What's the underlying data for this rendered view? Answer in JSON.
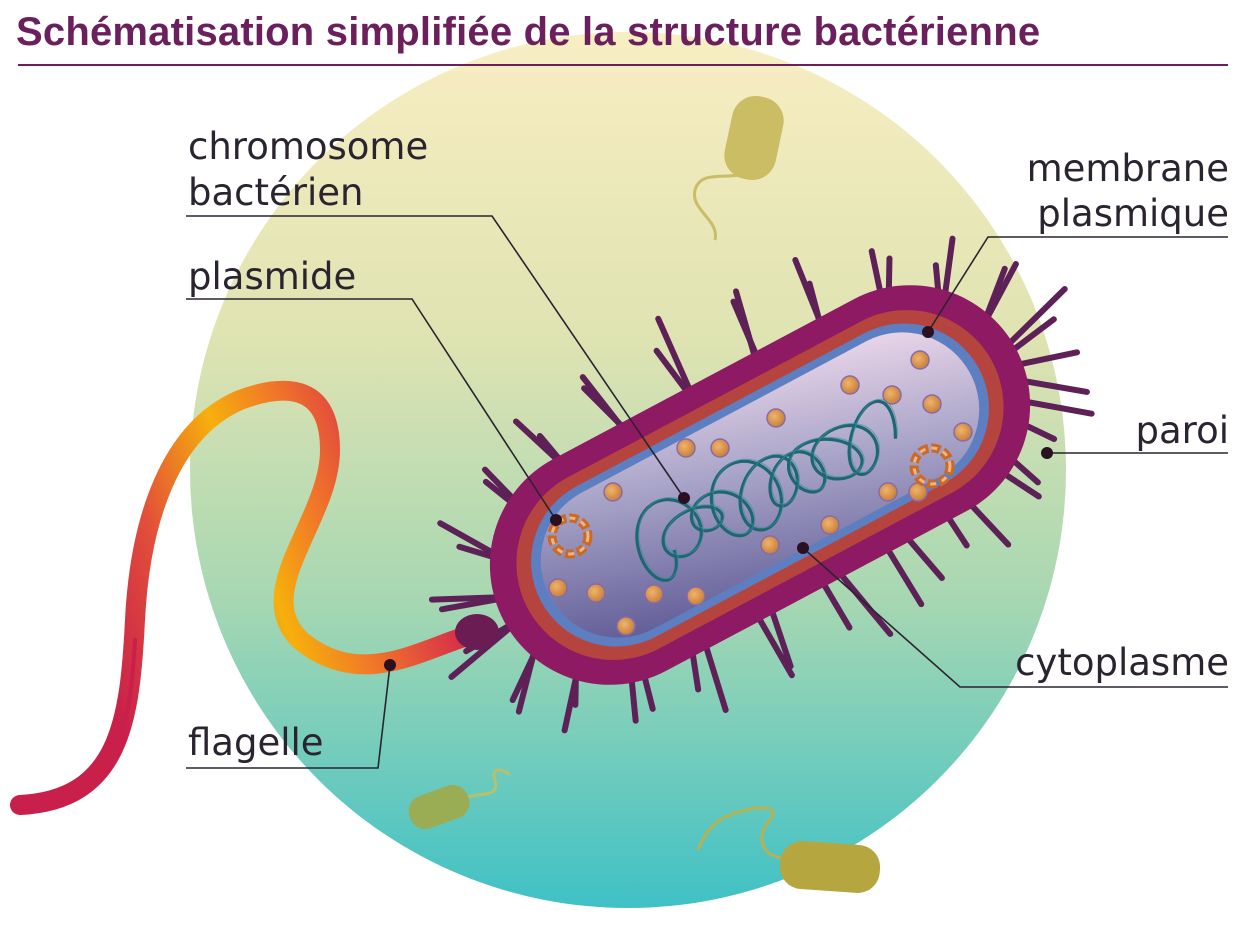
{
  "title": "Schématisation simplifiée de la structure bactérienne",
  "labels": {
    "chromosome_line1": "chromosome",
    "chromosome_line2": "bactérien",
    "plasmide": "plasmide",
    "flagelle": "flagelle",
    "membrane_line1": "membrane",
    "membrane_line2": "plasmique",
    "paroi": "paroi",
    "cytoplasme": "cytoplasme"
  },
  "colors": {
    "title": "#6b1f5c",
    "cell_wall": "#8e1a63",
    "outer_layer": "#b5443f",
    "membrane": "#5d7fc2",
    "pili": "#5e2157",
    "chromosome": "#1f6673",
    "ribosome": "#d99a4e",
    "background_top": "#f7edc2",
    "background_bottom": "#43c1c4",
    "flagellum_red": "#c62048",
    "flagellum_orange": "#f6b10b"
  }
}
